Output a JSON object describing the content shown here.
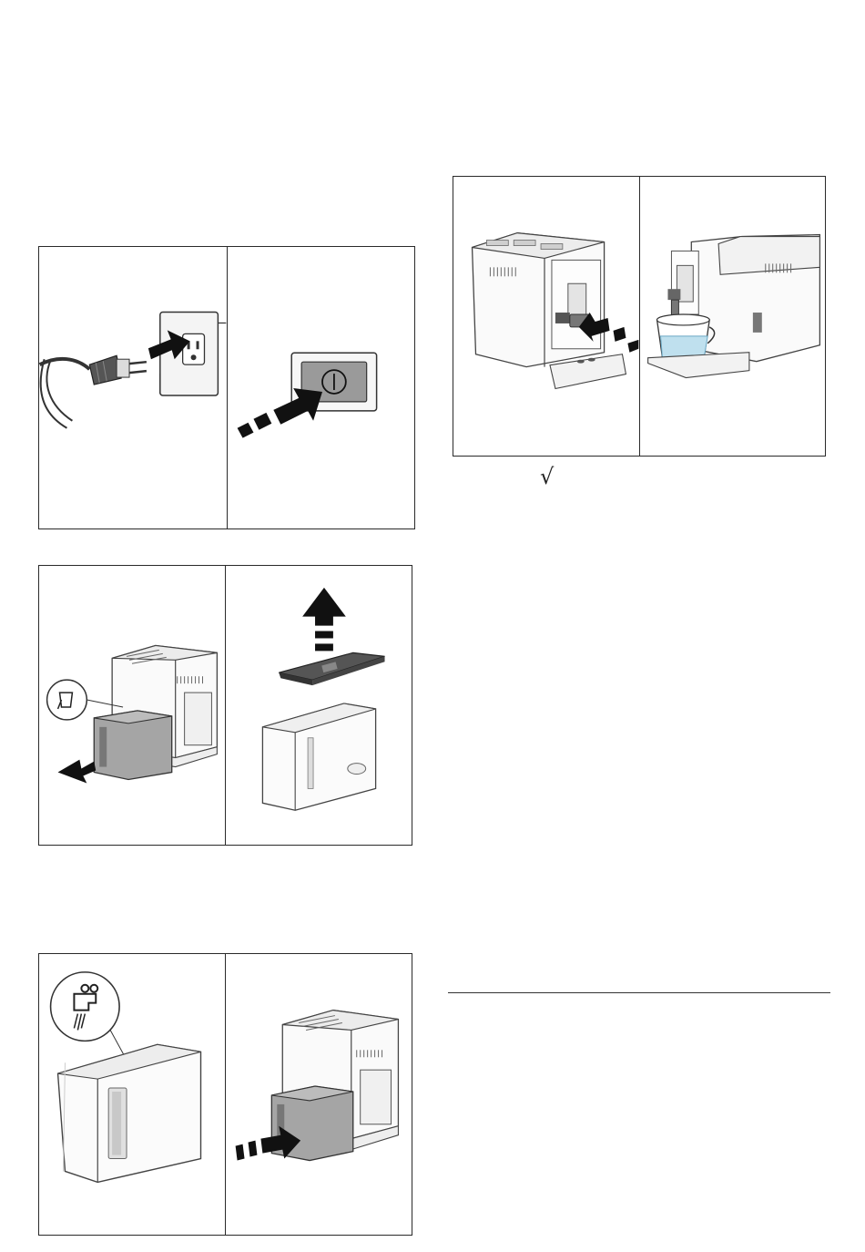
{
  "page": {
    "check_symbol": "√"
  },
  "figures": [
    {
      "id": "plug-in",
      "icon": "plug-outlet-icon"
    },
    {
      "id": "power-on",
      "icon": "power-button-icon"
    },
    {
      "id": "remove-tank",
      "icon": "water-tank-removal-icon"
    },
    {
      "id": "lift-lid",
      "icon": "tank-lid-icon"
    },
    {
      "id": "fill-tank",
      "icon": "water-tap-icon"
    },
    {
      "id": "insert-tank",
      "icon": "tank-insert-icon"
    },
    {
      "id": "position-spout",
      "icon": "hot-water-spout-icon"
    },
    {
      "id": "place-container",
      "icon": "container-under-spout-icon"
    }
  ]
}
